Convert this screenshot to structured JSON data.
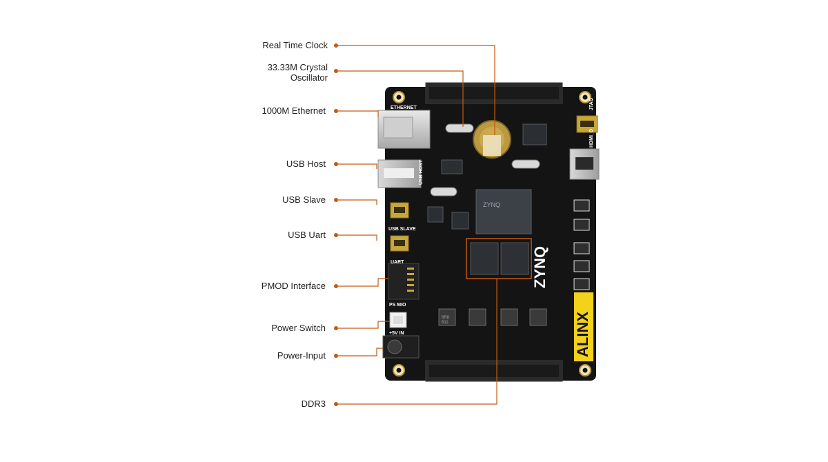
{
  "callouts": {
    "rtc": "Real Time Clock",
    "crystal_line1": "33.33M Crystal",
    "crystal_line2": "Oscillator",
    "ethernet": "1000M Ethernet",
    "usb_host": "USB Host",
    "usb_slave": "USB Slave",
    "usb_uart": "USB Uart",
    "pmod": "PMOD Interface",
    "power_switch": "Power Switch",
    "power_input": "Power-Input",
    "ddr3": "DDR3"
  },
  "board_silkscreen": {
    "jtag": "JTAG",
    "hdmi": "HDMI_O",
    "ethernet": "ETHERNET",
    "usb_host": "USB HOST",
    "usb_slave": "USB SLAVE",
    "uart": "UART",
    "ps_mio": "PS MIO",
    "power_in": "+5V IN",
    "brand": "ALINX",
    "chip_logo": "ZYNQ",
    "soc_label": "ZYNQ",
    "inductor_marking": "6R8",
    "inductor_code": "611"
  },
  "colors": {
    "leader_line": "#c45911",
    "board": "#141414",
    "text": "#222222",
    "brand_yellow": "#f2d21b"
  }
}
